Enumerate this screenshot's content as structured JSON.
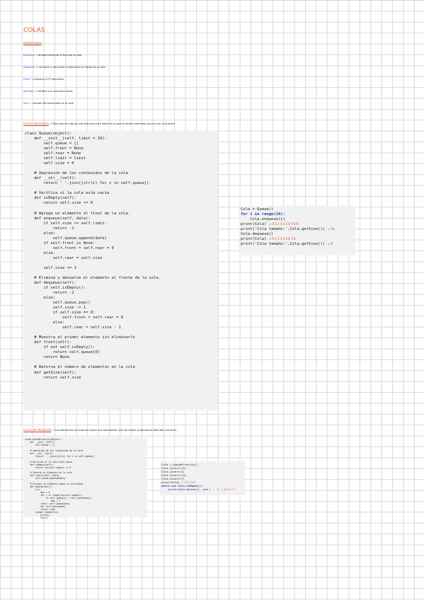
{
  "title": "COLAS",
  "operations_heading": "OPERACIONES",
  "operations": [
    {
      "name": "Enqueue",
      "desc": "añade elemento al final de la cola."
    },
    {
      "name": "Dequeue",
      "desc": "remueve y devuelve el elemento al frente de la cola."
    },
    {
      "name": "Front",
      "desc": "muestra el 1º elemento."
    },
    {
      "name": "IsEmpty",
      "desc": "verifica si la cola está vacía."
    },
    {
      "name": "Size",
      "desc": "número de elementos en la cola."
    }
  ],
  "circular_heading": "COLAS CIRCULARES",
  "circular_desc": "Este tipo de cola es una estructura de datos en la que el último elemento se une con el primero",
  "code_queue": "class Queue(object):\n    def __init__(self, limit = 10):\n        self.queue = []\n        self.front = None\n        self.rear = None\n        self.limit = limit\n        self.size = 0\n\n    # Impresión de los contenidos de la cola\n    def __str__(self):\n        return ' '.join([str(i) for i in self.queue])\n\n    # Verifica si la cola está vacía\n    def isEmpty(self):\n        return self.size <= 0\n\n    # Agrega un elemento al final de la cola.\n    def enqueue(self, data):\n        if self.size >= self.limit:\n            return -1\n        else:\n            self.queue.append(data)\n        if self.front is None:\n            self.front = self.rear = 0\n        else:\n            self.rear = self.size\n\n        self.size += 1\n\n    # Elimina y devuelve el elemento al frente de la cola.\n    def dequeue(self):\n        if self.isEmpty():\n            return -1\n        else:\n            self.queue.pop()\n            self.size -= 1\n            if self.size == 0:\n                self.front = self.rear = 0\n            else:\n                self.rear = self.size - 1\n\n    # Muestra el primer elemento sin eliminarlo\n    def front(self):\n        if not self.isEmpty():\n            return self.queue[0]\n        return None\n\n    # Retorna el número de elementos en la cola\n    def getSize(self):\n        return self.size",
  "code_usage_lines": [
    "Cola = Queue()",
    "for i in range(10):",
    "    Cola.enqueue(i)",
    "print(Cola)",
    "print('Cola tamaño:',Cola.getSize())",
    "Cola.dequeue()",
    "print(Cola)",
    "print('Cola tamaño:',Cola.getSize())"
  ],
  "code_usage_outputs": [
    "",
    "",
    "",
    "= 0 1 2 3 4 5 6 7 8 9",
    "= 10",
    "",
    "= 0 1 2 3 4 5 6 7 8",
    "= 9"
  ],
  "priority_heading": "COLAS DE PRIORIDAD",
  "priority_desc": "Los elementos se ordenan según sus prioridades. (los de mayor prioridad se atienden primero)",
  "code_priority": "class QueuePriority(object):\n    def __init__(self):\n        self.queue = []\n\n    # Impresión de los contenidos de la cola\n    def __str__(self):\n        return ' '.join([str(i) for i in self.queue])\n\n    # Verifica si la cola está vacía\n    def isEmpty(self):\n        return len(self.queue) == 0\n\n    # Inserta un elemento en la cola\n    def insert(self, data):\n        self.queue.append(data)\n\n    # Extraer un elemento según su prioridad\n    def delete(self):\n        try:\n            max = 0\n            for i in range(len(self.queue)):\n                if self.queue[i] > self.queue[max]:\n                    max = i\n            item = self.queue[max]\n            del self.queue[max]\n            return item\n        except IndexError:\n            print()\n            exit()",
  "code_priority_usage_lines": [
    "Cola = QueuePriority()",
    "Cola.insert(12)",
    "Cola.insert(1)",
    "Cola.insert(14)",
    "Cola.insert(7)",
    "print(Cola)",
    "while not Cola.isEmpty():",
    "    print(Cola.delete(), end = ' ')"
  ],
  "code_priority_usage_outputs": [
    "",
    "",
    "",
    "",
    "",
    "= 12 1 14 7",
    "",
    "= 14 12 7 1"
  ]
}
